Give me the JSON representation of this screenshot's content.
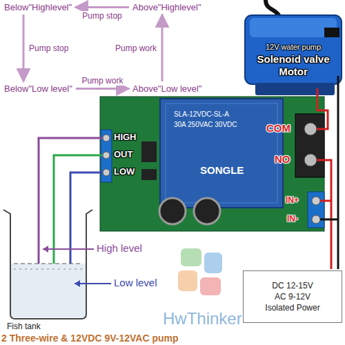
{
  "diagram": {
    "caption": "2 Three-wire & 12VDC 9V-12VAC pump",
    "nodes": [
      {
        "text": [
          "Below\"Highlevel\""
        ]
      },
      {
        "text": [
          "Above\"Highlevel\""
        ]
      },
      {
        "text": [
          "Below\"Low level\""
        ]
      },
      {
        "text": [
          "Above\"Low level\""
        ]
      },
      {
        "text": [
          "12V water pump",
          "Solenoid valve",
          "Motor"
        ]
      },
      {
        "text": [
          "DC 12-15V",
          "AC 9-12V",
          "Isolated Power"
        ]
      }
    ],
    "edges": [
      {
        "from": 1,
        "to": 0,
        "label": "Pump stop",
        "arrow": "to"
      },
      {
        "from": 0,
        "to": 2,
        "label": "Pump stop",
        "arrow": "to"
      },
      {
        "from": 2,
        "to": 3,
        "label": "Pump work",
        "arrow": "to"
      },
      {
        "from": 3,
        "to": 1,
        "label": "Pump work",
        "arrow": "to"
      }
    ],
    "labels": [
      "HIGH",
      "OUT",
      "LOW",
      "COM",
      "NO",
      "IN+",
      "IN-",
      "High level",
      "Low level",
      "Fish tank",
      "SONGLE",
      "SLA-12VDC-SL-A",
      "30A 250VAC 30VDC",
      "HwThinker"
    ]
  }
}
